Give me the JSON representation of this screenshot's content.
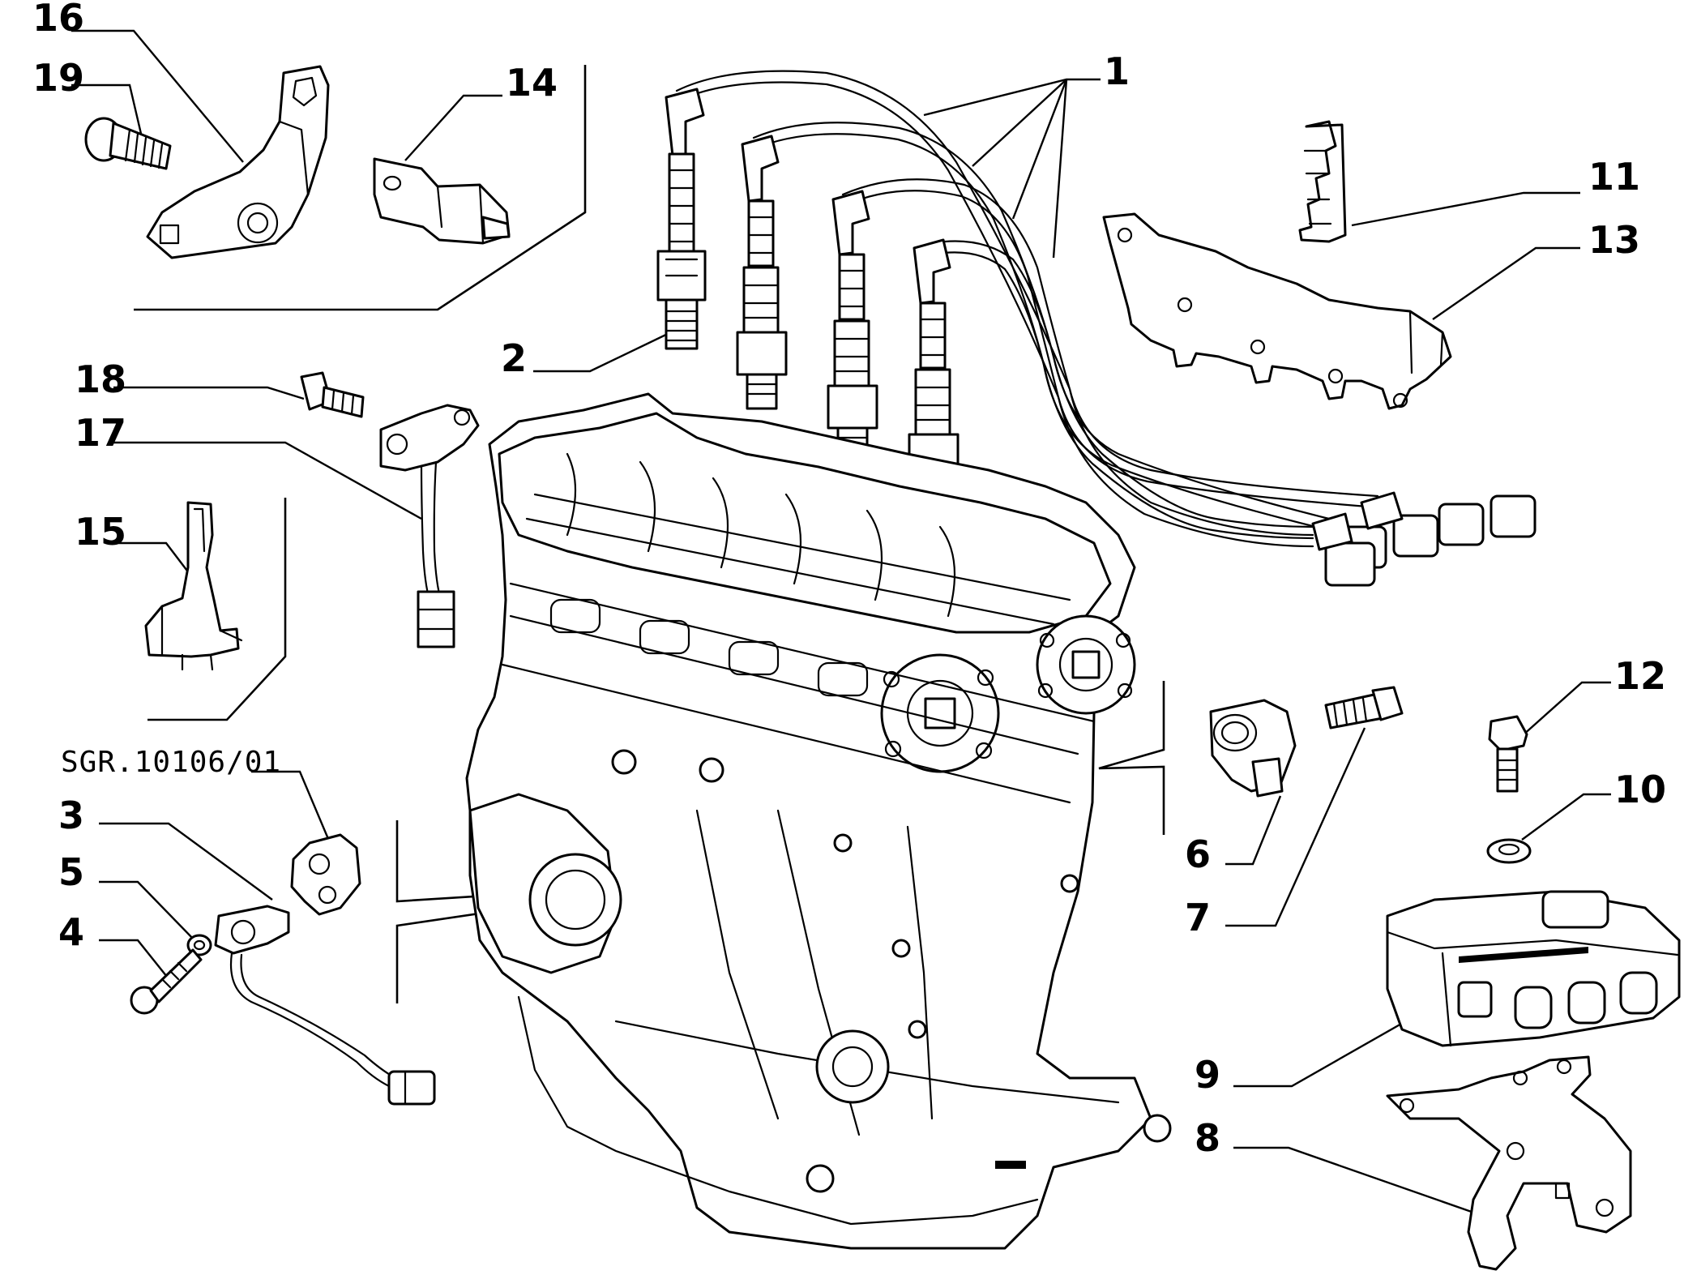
{
  "callouts": {
    "c1": "1",
    "c2": "2",
    "c3": "3",
    "c4": "4",
    "c5": "5",
    "c6": "6",
    "c7": "7",
    "c8": "8",
    "c9": "9",
    "c10": "10",
    "c11": "11",
    "c12": "12",
    "c13": "13",
    "c14": "14",
    "c15": "15",
    "c16": "16",
    "c17": "17",
    "c18": "18",
    "c19": "19"
  },
  "reference_code": "SGR.10106/01"
}
